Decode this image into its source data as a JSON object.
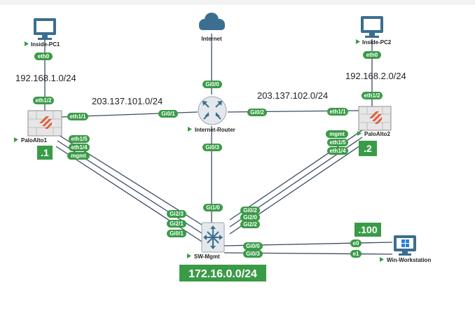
{
  "colors": {
    "accent": "#3a9b47",
    "link": "#3a4b66",
    "device": "#3b6e8f",
    "firewall": "#e15a3a"
  },
  "nodes": {
    "inside_pc1": {
      "label": "Inside-PC1",
      "icon": "monitor-icon"
    },
    "inside_pc2": {
      "label": "Inside-PC2",
      "icon": "monitor-icon"
    },
    "internet": {
      "label": "Internet",
      "icon": "cloud-icon"
    },
    "internet_router": {
      "label": "Internet-Router",
      "icon": "router-icon"
    },
    "paloalto1": {
      "label": "PaloAlto1",
      "icon": "firewall-icon"
    },
    "paloalto2": {
      "label": "PaloAlto2",
      "icon": "firewall-icon"
    },
    "sw_mgmt": {
      "label": "SW-Mgmt",
      "icon": "switch-icon"
    },
    "win_workstation": {
      "label": "Win-Workstation",
      "icon": "windows-monitor-icon"
    }
  },
  "subnets": {
    "lan1": "192.168.1.0/24",
    "lan2": "192.168.2.0/24",
    "wan1": "203.137.101.0/24",
    "wan2": "203.137.102.0/24",
    "mgmt": "172.16.0.0/24"
  },
  "host_ids": {
    "paloalto1": ".1",
    "paloalto2": ".2",
    "win_workstation": ".100"
  },
  "interfaces": {
    "pc1_eth0": "eth0",
    "pa1_eth1_2": "eth1/2",
    "pa1_eth1_1": "eth1/1",
    "pa1_eth1_5": "eth1/5",
    "pa1_eth1_4": "eth1/4",
    "pa1_mgmt": "mgmt",
    "pc2_eth0": "eth0",
    "pa2_eth1_2": "eth1/2",
    "pa2_eth1_1": "eth1/1",
    "pa2_mgmt": "mgmt",
    "pa2_eth1_5": "eth1/5",
    "pa2_eth1_4": "eth1/4",
    "rt_gi0_0": "Gi0/0",
    "rt_gi0_1": "Gi0/1",
    "rt_gi0_2": "Gi0/2",
    "rt_gi0_3": "Gi0/3",
    "sw_gi1_0": "Gi1/0",
    "sw_gi2_3": "Gi2/3",
    "sw_gi2_1": "Gi2/1",
    "sw_gi0_1": "Gi0/1",
    "sw_gi0_2": "Gi0/2",
    "sw_gi2_0": "Gi2/0",
    "sw_gi2_2": "Gi2/2",
    "sw_gi0_0": "Gi0/0",
    "sw_gi0_3": "Gi0/3",
    "ws_e0": "e0",
    "ws_e1": "e1"
  }
}
